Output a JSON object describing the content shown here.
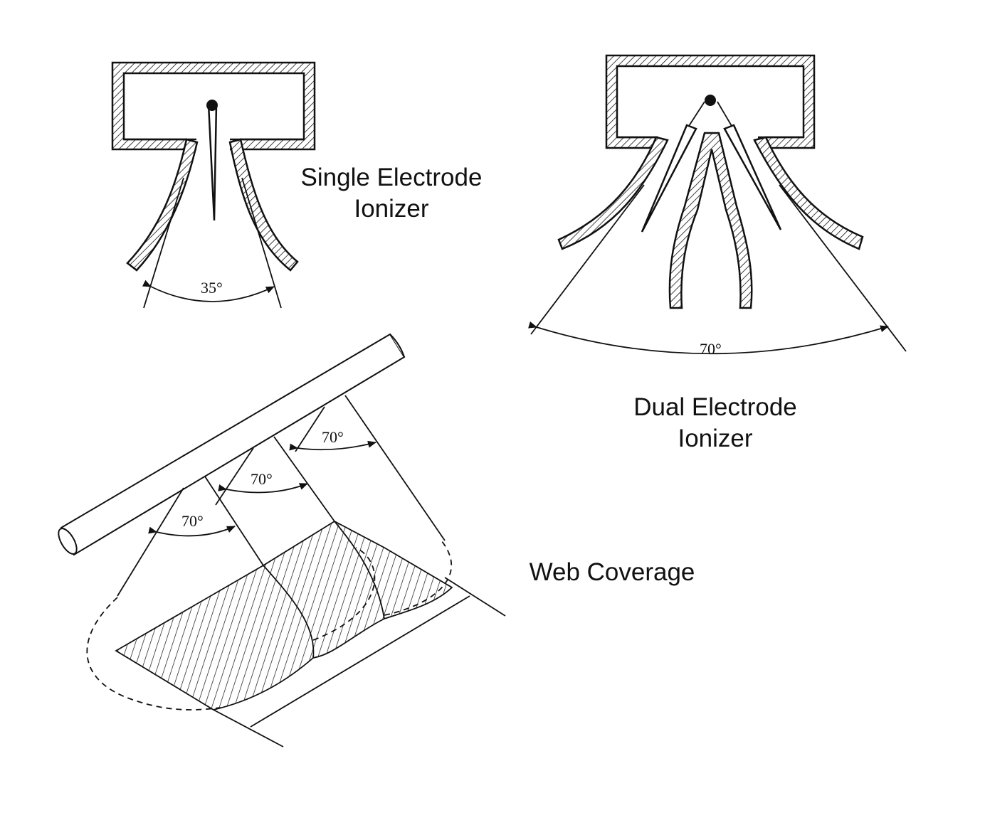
{
  "captions": {
    "single": {
      "line1": "Single Electrode",
      "line2": "Ionizer"
    },
    "dual": {
      "line1": "Dual Electrode",
      "line2": "Ionizer"
    },
    "web": {
      "line1": "Web Coverage"
    }
  },
  "angles": {
    "single": "35°",
    "dual": "70°",
    "web_left": "70°",
    "web_middle": "70°",
    "web_right": "70°"
  },
  "colors": {
    "ink": "#111111",
    "background": "#ffffff"
  }
}
